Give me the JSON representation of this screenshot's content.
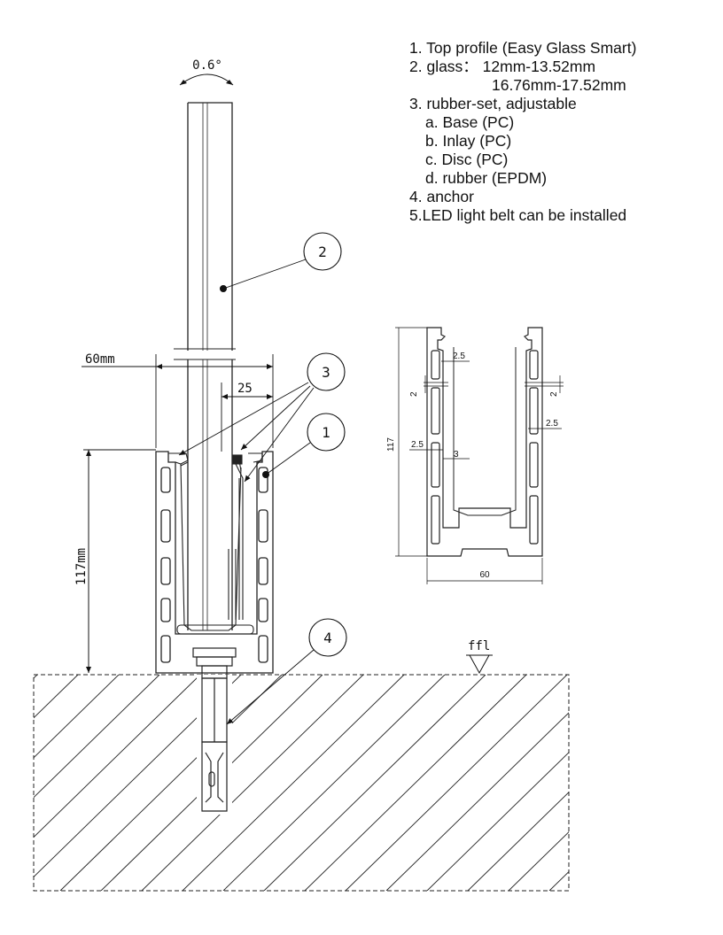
{
  "legend": {
    "item1": "1. Top profile (Easy Glass Smart)",
    "item2a": "2. glass： 12mm-13.52mm",
    "item2b": "16.76mm-17.52mm",
    "item3": "3. rubber-set, adjustable",
    "item3a": "a. Base (PC)",
    "item3b": "b. Inlay (PC)",
    "item3c": "c. Disc (PC)",
    "item3d": "d. rubber (EPDM)",
    "item4": "4. anchor",
    "item5": "5.LED light belt can be installed"
  },
  "main": {
    "angle": "0.6°",
    "width_label": "60mm",
    "offset_label": "25",
    "height_label": "117mm",
    "floor_label": "ffl",
    "callouts": [
      "2",
      "3",
      "1",
      "4"
    ]
  },
  "section": {
    "wall_top": "2.5",
    "gap_left": "2",
    "gap_right": "2",
    "wall_right": "2.5",
    "wall_left": "2.5",
    "inner": "3",
    "height": "117",
    "width": "60"
  }
}
